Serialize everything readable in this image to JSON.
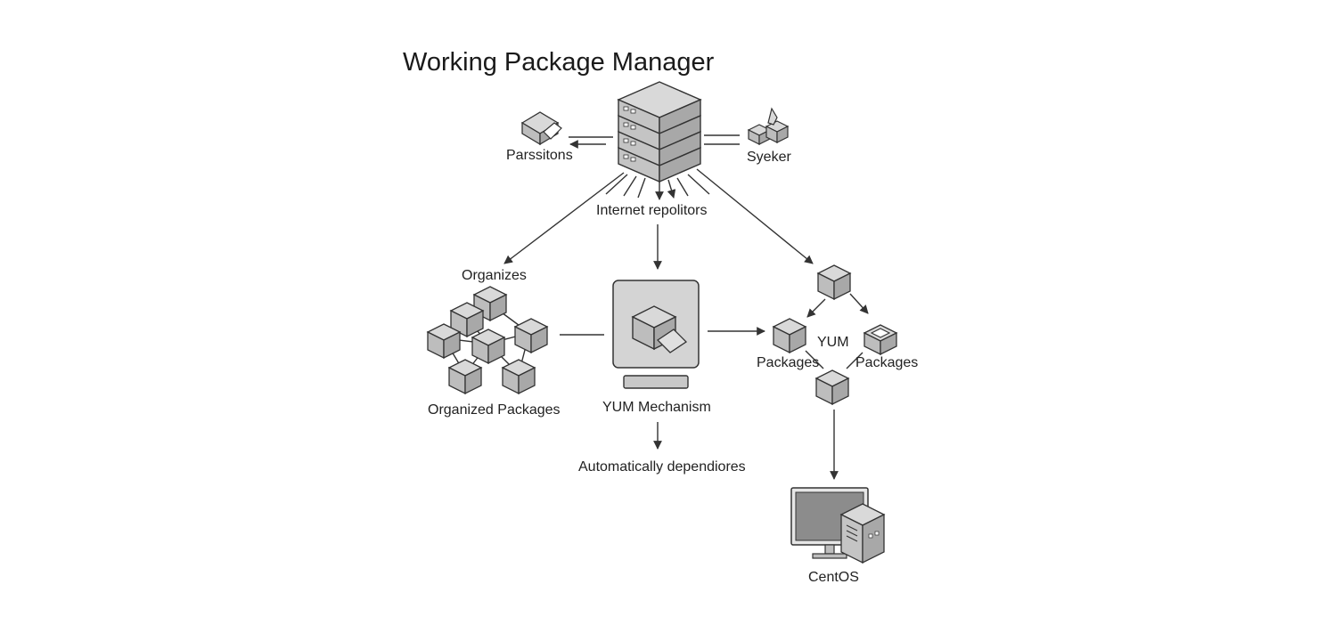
{
  "title": "Working Package Manager",
  "labels": {
    "left_top": "Parssitons",
    "right_top": "Syeker",
    "internet": "Internet repolitors",
    "organizes": "Organizes",
    "organized_packages": "Organized Packages",
    "yum_mechanism": "YUM Mechanism",
    "auto_deps": "Automatically dependiores",
    "yum": "YUM",
    "packages_left": "Packages",
    "packages_right": "Packages",
    "centos": "CentOS"
  },
  "colors": {
    "box_top": "#d9d9d9",
    "box_left": "#bdbdbd",
    "box_right": "#a8a8a8",
    "stroke": "#333333",
    "screen": "#8c8c8c"
  }
}
